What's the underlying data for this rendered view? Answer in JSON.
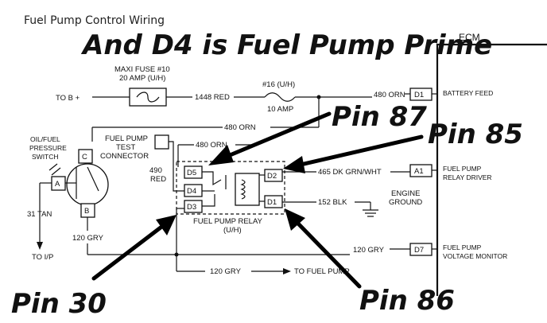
{
  "title": "Fuel Pump Control Wiring",
  "headline": "And D4 is Fuel Pump Prime",
  "ecm_label": "ECM",
  "pin_labels": {
    "pin87": "Pin 87",
    "pin85": "Pin 85",
    "pin30": "Pin 30",
    "pin86": "Pin 86"
  },
  "fuse": {
    "line1": "MAXI FUSE #10",
    "line2": "20 AMP (U/H)",
    "b_plus": "TO B +",
    "wire": "1448 RED",
    "fuse16": "#16 (U/H)",
    "amp10": "10 AMP"
  },
  "ecm_pins": [
    {
      "id": "D1",
      "label": "BATTERY FEED",
      "wire": "480 ORN"
    },
    {
      "id": "A1",
      "label1": "FUEL PUMP",
      "label2": "RELAY DRIVER",
      "wire": "465 DK GRN/WHT"
    },
    {
      "id": "D7",
      "label1": "FUEL PUMP",
      "label2": "VOLTAGE MONITOR",
      "wire": "120 GRY"
    }
  ],
  "wires": {
    "orn_upper": "480 ORN",
    "orn_lower": "480 ORN",
    "red_490": "490",
    "red_label": "RED",
    "blk": "152 BLK",
    "gry_left": "120 GRY",
    "gry_bottom": "120 GRY",
    "tan": "31 TAN",
    "to_ip": "TO I/P",
    "to_fuel_pump": "TO FUEL PUMP"
  },
  "engine_ground": {
    "line1": "ENGINE",
    "line2": "GROUND"
  },
  "oil_switch": {
    "line1": "OIL/FUEL",
    "line2": "PRESSURE",
    "line3": "SWITCH",
    "a": "A",
    "b": "B",
    "c": "C"
  },
  "test_connector": {
    "line1": "FUEL PUMP",
    "line2": "TEST",
    "line3": "CONNECTOR"
  },
  "relay": {
    "label1": "FUEL PUMP RELAY",
    "label2": "(U/H)",
    "pins_left": [
      "D5",
      "D4",
      "D3"
    ],
    "pins_right": [
      "D2",
      "D1"
    ]
  }
}
